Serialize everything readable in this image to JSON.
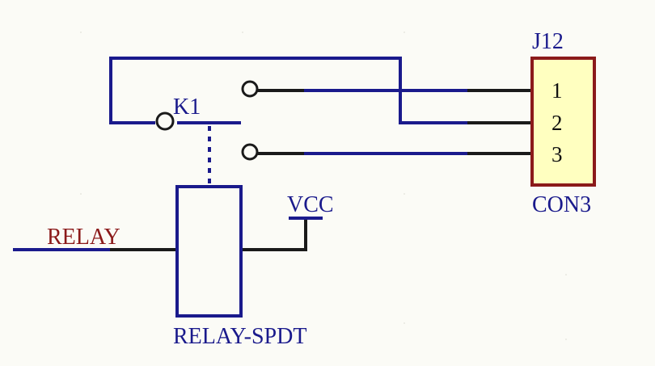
{
  "connector": {
    "ref": "J12",
    "value": "CON3",
    "pins": [
      "1",
      "2",
      "3"
    ],
    "body_color": "#ffffc0",
    "border_color": "#8b1a1a"
  },
  "relay": {
    "ref": "K1",
    "value": "RELAY-SPDT"
  },
  "power": {
    "label": "VCC"
  },
  "net": {
    "label": "RELAY"
  },
  "colors": {
    "wire": "#1a1a8c",
    "wire_short": "#1a1a1a",
    "component": "#1a1a8c",
    "net_label": "#8b1a1a",
    "background": "#fbfbf6"
  }
}
